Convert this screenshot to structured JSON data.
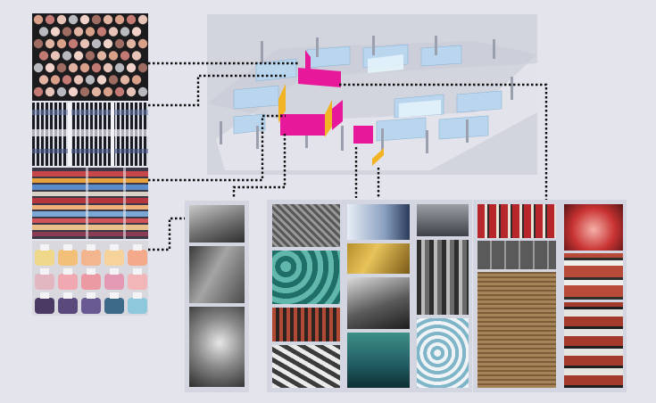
{
  "diagram": {
    "nodes": [
      {
        "id": "sample-makeup-palettes",
        "kind": "photo-thumbnail"
      },
      {
        "id": "sample-pencils",
        "kind": "photo-thumbnail"
      },
      {
        "id": "sample-lipsticks",
        "kind": "photo-thumbnail"
      },
      {
        "id": "sample-nail-polish",
        "kind": "photo-thumbnail"
      },
      {
        "id": "factory-floorplan",
        "kind": "isometric-model"
      },
      {
        "id": "panel-machinery",
        "kind": "photo-column"
      },
      {
        "id": "panel-production-line",
        "kind": "photo-grid"
      },
      {
        "id": "panel-boxes",
        "kind": "photo-column"
      },
      {
        "id": "panel-warehouse",
        "kind": "photo-column"
      }
    ],
    "edges": [
      {
        "from": "sample-makeup-palettes",
        "to": "factory-floorplan",
        "style": "dotted"
      },
      {
        "from": "sample-pencils",
        "to": "factory-floorplan",
        "style": "dotted"
      },
      {
        "from": "sample-lipsticks",
        "to": "factory-floorplan",
        "style": "dotted"
      },
      {
        "from": "sample-nail-polish",
        "to": "factory-floorplan",
        "style": "dotted"
      },
      {
        "from": "factory-floorplan",
        "to": "panel-machinery",
        "style": "dotted"
      },
      {
        "from": "factory-floorplan",
        "to": "panel-production-line",
        "style": "dotted"
      },
      {
        "from": "factory-floorplan",
        "to": "panel-boxes",
        "style": "dotted"
      }
    ],
    "colors": {
      "background": "#e3e4ec",
      "floor": "#cfd3dc",
      "wall_blue": "#b9d6ee",
      "highlight_pink": "#e8189a",
      "highlight_yellow": "#f2b422",
      "connector": "#111111",
      "panel": "#d3d5e0"
    }
  }
}
